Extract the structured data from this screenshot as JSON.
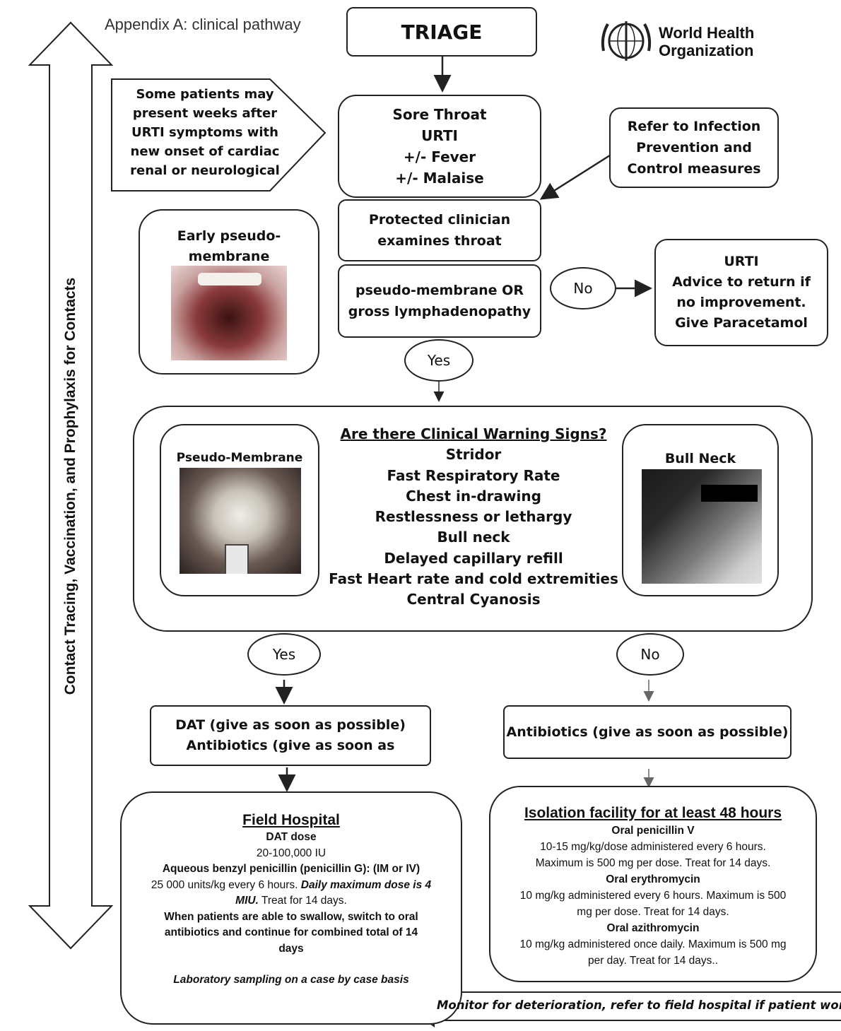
{
  "header": {
    "appendix": "Appendix A: clinical pathway",
    "triage": "TRIAGE",
    "who_line1": "World Health",
    "who_line2": "Organization"
  },
  "side_arrow": {
    "label": "Contact Tracing, Vaccination, and  Prophylaxis for Contacts"
  },
  "pentagon": {
    "lines": [
      "Some patients may",
      "present weeks after",
      "URTI symptoms with",
      "new onset of cardiac",
      "renal or neurological"
    ]
  },
  "sore_throat": {
    "lines": [
      "Sore Throat",
      "URTI",
      "+/- Fever",
      "+/- Malaise"
    ]
  },
  "ipc": {
    "lines": [
      "Refer to Infection",
      "Prevention and",
      "Control measures"
    ]
  },
  "early_pm": {
    "lines": [
      "Early pseudo-",
      "membrane"
    ]
  },
  "protected": {
    "lines": [
      "Protected clinician",
      "examines throat"
    ]
  },
  "pm_check": {
    "lines": [
      "pseudo-membrane OR",
      "gross lymphadenopathy"
    ]
  },
  "no_1": "No",
  "urti_advice": {
    "lines": [
      "URTI",
      "Advice to return if",
      "no improvement.",
      "Give Paracetamol"
    ]
  },
  "yes_1": "Yes",
  "warning": {
    "title": "Are there Clinical Warning Signs?",
    "signs": [
      "Stridor",
      "Fast Respiratory Rate",
      "Chest in-drawing",
      "Restlessness or lethargy",
      "Bull neck",
      "Delayed capillary refill",
      "Fast Heart rate and cold extremities",
      "Central Cyanosis"
    ],
    "left_label": "Pseudo-Membrane",
    "right_label": "Bull Neck"
  },
  "yes_2": "Yes",
  "no_2": "No",
  "dat_box": {
    "lines": [
      "DAT (give as soon as possible)",
      "Antibiotics (give as soon as"
    ]
  },
  "abx_box": {
    "text": "Antibiotics (give as soon as possible)"
  },
  "field_hospital": {
    "title": "Field Hospital",
    "dat_dose_label": "DAT dose",
    "dat_dose_value": "20-100,000 IU",
    "penicillin_label": "Aqueous benzyl penicillin (penicillin G): (IM or IV)",
    "penicillin_text_a": "25 000 units/kg every 6 hours.",
    "penicillin_text_b": "Daily maximum dose is 4",
    "penicillin_text_c": "MIU.",
    "penicillin_text_d": "Treat for 14 days.",
    "swallow": [
      "When patients are able to swallow, switch to oral",
      "antibiotics and continue for combined total of 14",
      "days"
    ],
    "lab": "Laboratory sampling on a case by case basis"
  },
  "isolation": {
    "title": "Isolation facility for at least 48 hours",
    "pen_v_label": "Oral penicillin V",
    "pen_v_text": [
      "10-15 mg/kg/dose administered every 6 hours.",
      "Maximum is 500 mg per dose. Treat for 14 days."
    ],
    "ery_label": "Oral erythromycin",
    "ery_text": [
      "10 mg/kg administered every 6 hours. Maximum is 500",
      "mg per dose. Treat for 14 days."
    ],
    "azi_label": "Oral azithromycin",
    "azi_text": [
      "10 mg/kg administered once daily. Maximum is 500 mg",
      "per day. Treat for 14 days.."
    ]
  },
  "monitor": {
    "text": "Monitor for deterioration, refer to field hospital if patient worsens"
  },
  "colors": {
    "line": "#222222",
    "text": "#111111",
    "photo_dark": "#2a1a1a"
  }
}
